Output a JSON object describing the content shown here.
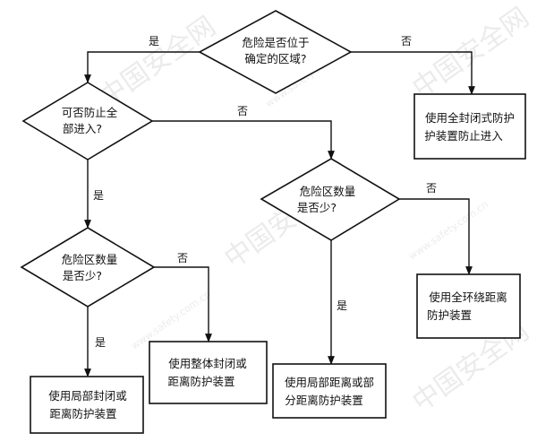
{
  "nodes": {
    "d1": {
      "lines": [
        "危险是否位于",
        "确定的区域?"
      ]
    },
    "d2": {
      "lines": [
        "可否防止全",
        "部进入?"
      ]
    },
    "d3": {
      "lines": [
        "危险区数量",
        "是否少?"
      ]
    },
    "d4": {
      "lines": [
        "危险区数量",
        "是否少?"
      ]
    },
    "r1": {
      "lines": [
        "使用全封闭式防护",
        "护装置防止进入"
      ]
    },
    "r2": {
      "lines": [
        "使用局部封闭或",
        "距离防护装置"
      ]
    },
    "r3": {
      "lines": [
        "使用整体封闭或",
        "距离防护装置"
      ]
    },
    "r4": {
      "lines": [
        "使用局部距离或部",
        "分距离防护装置"
      ]
    },
    "r5": {
      "lines": [
        "使用全环绕距离",
        "防护装置"
      ]
    }
  },
  "edge_labels": {
    "d1_yes": "是",
    "d1_no": "否",
    "d2_yes": "是",
    "d2_no": "否",
    "d3_yes": "是",
    "d3_no": "否",
    "d4_yes": "是",
    "d4_no": "否"
  },
  "watermark": {
    "text_cn": "中国安全网",
    "text_url": "www.safety.com.cn",
    "color": "#d8d8d8"
  }
}
